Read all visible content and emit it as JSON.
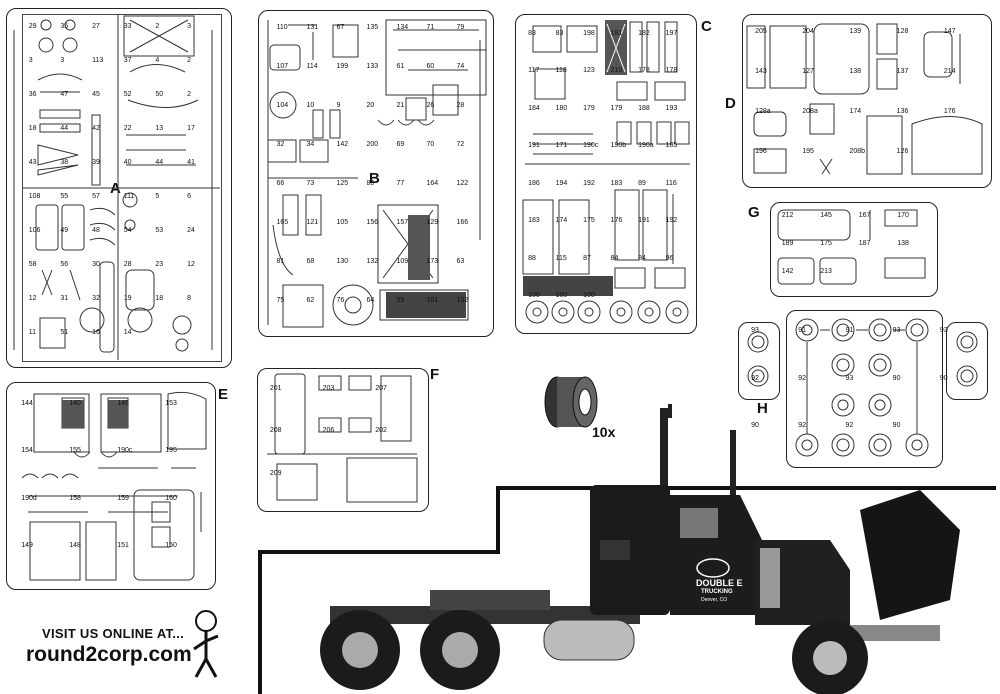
{
  "sprue_letters": {
    "a": "A",
    "b": "B",
    "c": "C",
    "d": "D",
    "e": "E",
    "f": "F",
    "g": "G",
    "h": "H"
  },
  "tire_quantity": "10x",
  "footer": {
    "visit_text": "VISIT US ONLINE AT...",
    "url": "round2corp.com"
  },
  "truck_door": {
    "company": "DOUBLE E",
    "line2": "TRUCKING",
    "line3": "Denver, CO"
  },
  "sprue_a_numbers": [
    "29",
    "35",
    "27",
    "33",
    "2",
    "3",
    "3",
    "3",
    "113",
    "37",
    "4",
    "2",
    "36",
    "47",
    "45",
    "52",
    "50",
    "2",
    "18",
    "44",
    "42",
    "22",
    "13",
    "17",
    "43",
    "38",
    "39",
    "40",
    "44",
    "41",
    "108",
    "55",
    "57",
    "111",
    "5",
    "6",
    "106",
    "49",
    "48",
    "54",
    "53",
    "24",
    "58",
    "56",
    "30",
    "28",
    "23",
    "12",
    "12",
    "31",
    "32",
    "19",
    "18",
    "8",
    "11",
    "51",
    "16",
    "14"
  ],
  "sprue_b_numbers": [
    "110",
    "131",
    "67",
    "135",
    "134",
    "71",
    "79",
    "107",
    "114",
    "199",
    "133",
    "61",
    "60",
    "74",
    "104",
    "10",
    "9",
    "20",
    "21",
    "26",
    "28",
    "32",
    "34",
    "142",
    "200",
    "69",
    "70",
    "72",
    "66",
    "73",
    "125",
    "80",
    "77",
    "164",
    "122",
    "165",
    "121",
    "105",
    "156",
    "157",
    "129",
    "166",
    "81",
    "68",
    "130",
    "132",
    "109",
    "173",
    "63",
    "75",
    "62",
    "76",
    "64",
    "59",
    "101",
    "102"
  ],
  "sprue_c_numbers": [
    "83",
    "83",
    "198",
    "181",
    "182",
    "197",
    "117",
    "118",
    "123",
    "210",
    "178",
    "178",
    "184",
    "180",
    "179",
    "179",
    "188",
    "193",
    "191",
    "171",
    "190c",
    "190b",
    "190a",
    "185",
    "186",
    "194",
    "192",
    "183",
    "89",
    "116",
    "183",
    "174",
    "175",
    "176",
    "191",
    "192",
    "88",
    "115",
    "87",
    "84",
    "84",
    "96",
    "100",
    "100",
    "100"
  ],
  "sprue_d_numbers": [
    "205",
    "204",
    "139",
    "128",
    "147",
    "143",
    "127",
    "138",
    "137",
    "214",
    "128a",
    "208a",
    "174",
    "136",
    "176",
    "196",
    "195",
    "208b",
    "126"
  ],
  "sprue_e_numbers": [
    "144",
    "140",
    "146",
    "153",
    "154",
    "155",
    "190c",
    "195",
    "190d",
    "158",
    "159",
    "160",
    "149",
    "148",
    "151",
    "150"
  ],
  "sprue_f_numbers": [
    "201",
    "203",
    "207",
    "208",
    "206",
    "202",
    "209"
  ],
  "sprue_g_numbers": [
    "212",
    "145",
    "167",
    "170",
    "189",
    "175",
    "187",
    "138",
    "142",
    "213"
  ],
  "sprue_h_numbers": [
    "93",
    "91",
    "91",
    "93",
    "93",
    "92",
    "92",
    "93",
    "90",
    "90",
    "90",
    "92",
    "92",
    "90"
  ]
}
